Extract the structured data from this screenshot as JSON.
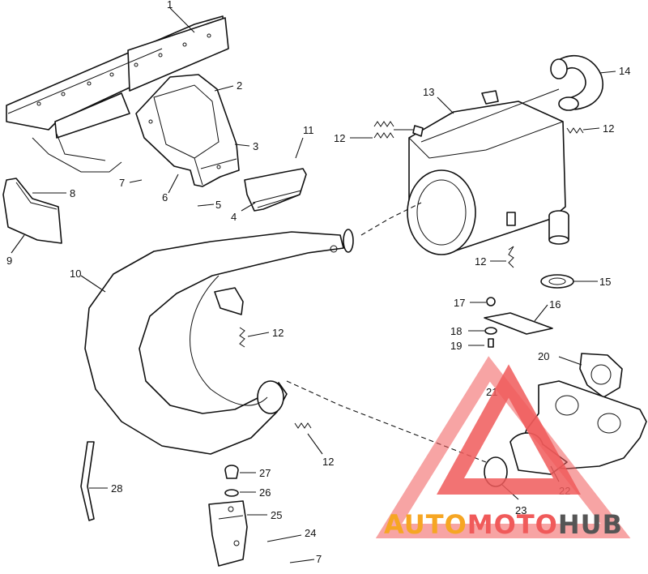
{
  "callouts": [
    {
      "n": "1"
    },
    {
      "n": "2"
    },
    {
      "n": "3"
    },
    {
      "n": "4"
    },
    {
      "n": "5"
    },
    {
      "n": "6"
    },
    {
      "n": "7"
    },
    {
      "n": "8"
    },
    {
      "n": "9"
    },
    {
      "n": "10"
    },
    {
      "n": "11"
    },
    {
      "n": "12"
    },
    {
      "n": "12"
    },
    {
      "n": "12"
    },
    {
      "n": "12"
    },
    {
      "n": "12"
    },
    {
      "n": "13"
    },
    {
      "n": "14"
    },
    {
      "n": "15"
    },
    {
      "n": "16"
    },
    {
      "n": "17"
    },
    {
      "n": "18"
    },
    {
      "n": "19"
    },
    {
      "n": "20"
    },
    {
      "n": "21"
    },
    {
      "n": "22"
    },
    {
      "n": "23"
    },
    {
      "n": "24"
    },
    {
      "n": "7"
    },
    {
      "n": "25"
    },
    {
      "n": "26"
    },
    {
      "n": "27"
    },
    {
      "n": "28"
    }
  ],
  "watermark": {
    "part1": "AUTO",
    "part2": "MOTO",
    "part3": "HUB",
    "color1": "#f6a623",
    "color2": "#f05a5a",
    "color3": "#555555"
  }
}
